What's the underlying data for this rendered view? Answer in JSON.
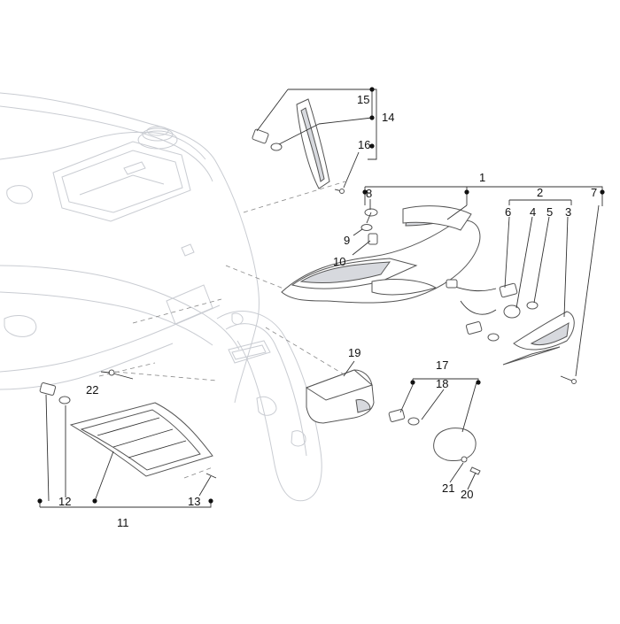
{
  "diagram": {
    "callouts": [
      {
        "id": "c1",
        "text": "1"
      },
      {
        "id": "c2",
        "text": "2"
      },
      {
        "id": "c3",
        "text": "3"
      },
      {
        "id": "c4",
        "text": "4"
      },
      {
        "id": "c5",
        "text": "5"
      },
      {
        "id": "c6",
        "text": "6"
      },
      {
        "id": "c7",
        "text": "7"
      },
      {
        "id": "c8",
        "text": "8"
      },
      {
        "id": "c9",
        "text": "9"
      },
      {
        "id": "c10",
        "text": "10"
      },
      {
        "id": "c11",
        "text": "11"
      },
      {
        "id": "c12",
        "text": "12"
      },
      {
        "id": "c13",
        "text": "13"
      },
      {
        "id": "c14",
        "text": "14"
      },
      {
        "id": "c15",
        "text": "15"
      },
      {
        "id": "c16",
        "text": "16"
      },
      {
        "id": "c17",
        "text": "17"
      },
      {
        "id": "c18",
        "text": "18"
      },
      {
        "id": "c19",
        "text": "19"
      },
      {
        "id": "c20",
        "text": "20"
      },
      {
        "id": "c21",
        "text": "21"
      },
      {
        "id": "c22",
        "text": "22"
      }
    ],
    "colors": {
      "outline": "#c9ccd2",
      "parts": "#555555",
      "leaders": "#333333",
      "shade": "#d7d9de"
    }
  }
}
